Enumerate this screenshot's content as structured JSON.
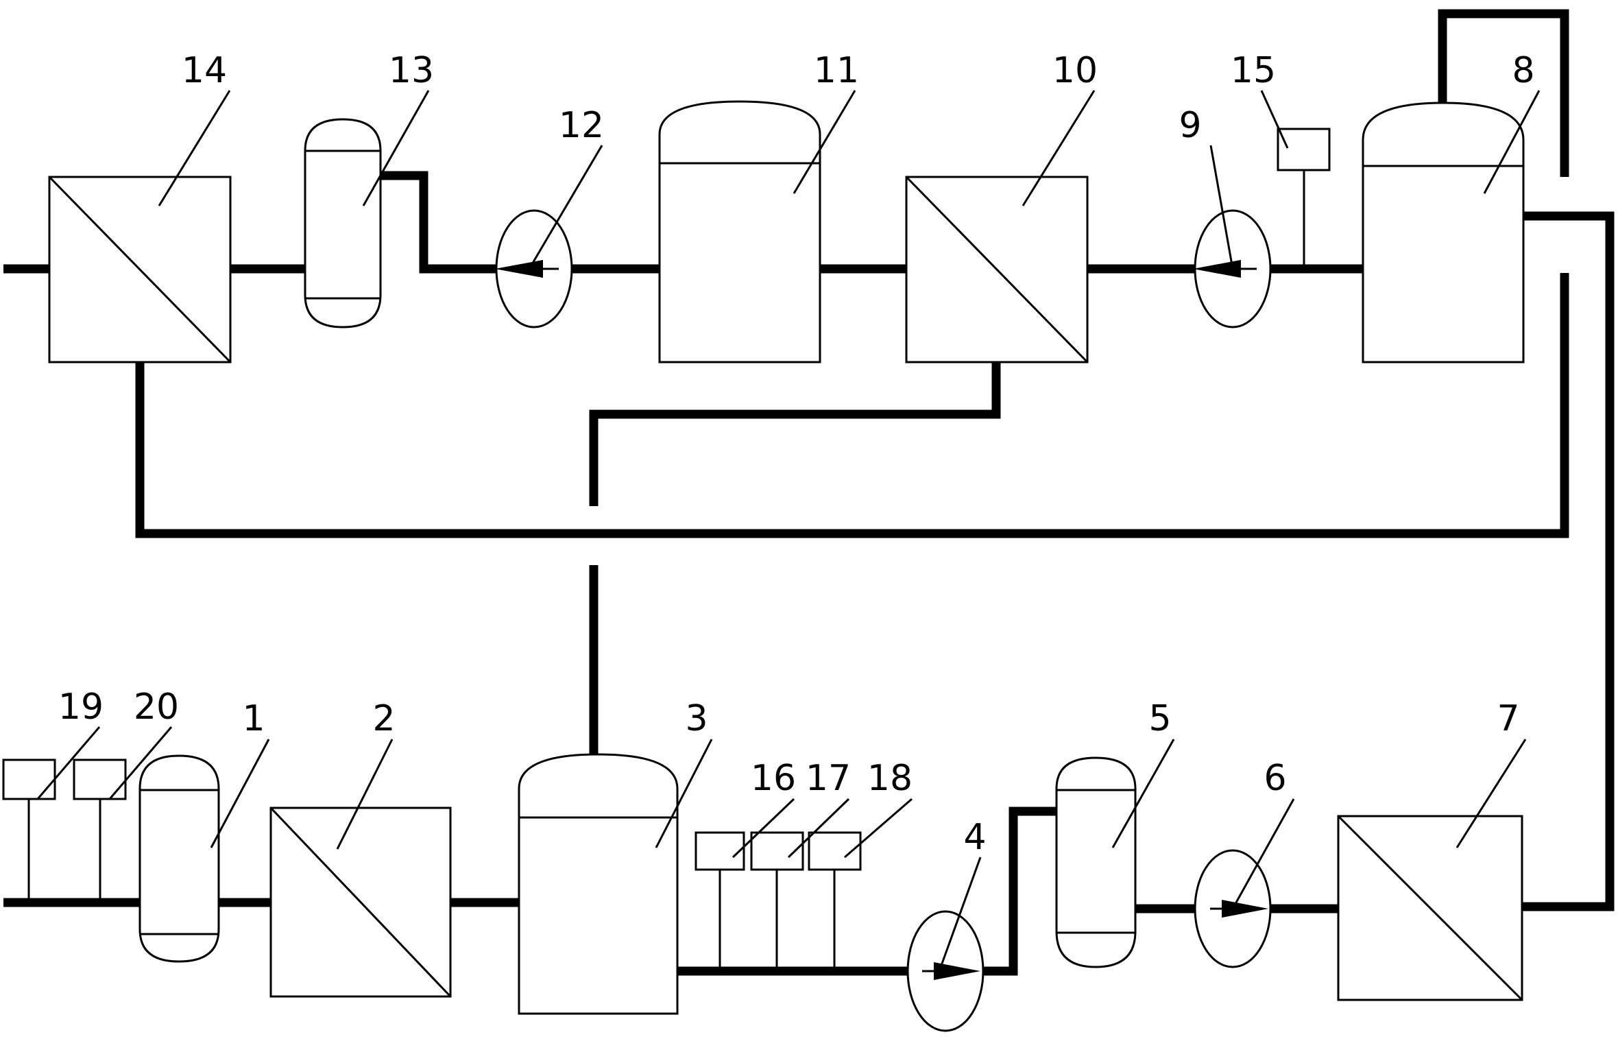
{
  "colors": {
    "line": "#000000",
    "background": "#ffffff"
  },
  "labels": {
    "c1": "1",
    "c2": "2",
    "c3": "3",
    "c4": "4",
    "c5": "5",
    "c6": "6",
    "c7": "7",
    "c8": "8",
    "c9": "9",
    "c10": "10",
    "c11": "11",
    "c12": "12",
    "c13": "13",
    "c14": "14",
    "c15": "15",
    "c16": "16",
    "c17": "17",
    "c18": "18",
    "c19": "19",
    "c20": "20"
  }
}
